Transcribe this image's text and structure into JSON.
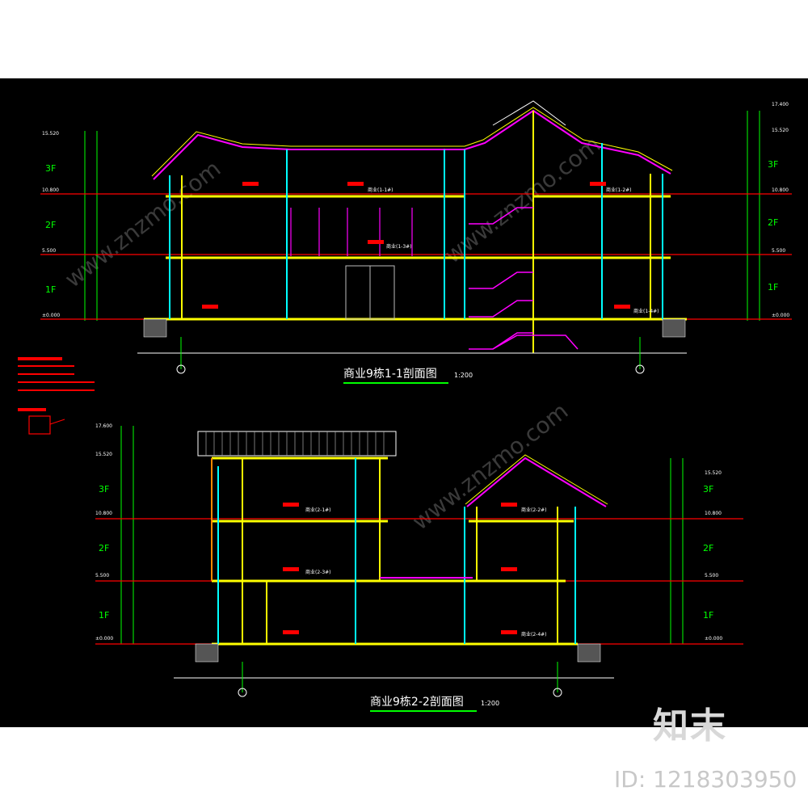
{
  "section1": {
    "title": "商业9栋1-1剖面图",
    "scale": "1:200",
    "floors": [
      "3F",
      "2F",
      "1F"
    ],
    "elevations_left": [
      "15.520",
      "10.800",
      "5.500",
      "±0.000"
    ],
    "elevations_right": [
      "17.400",
      "15.520",
      "10.800",
      "5.500",
      "±0.000"
    ],
    "rooms": [
      "商业(1-1#)",
      "商业(1-2#)",
      "商业(1-3#)",
      "商业(1-4#)"
    ]
  },
  "section2": {
    "title": "商业9栋2-2剖面图",
    "scale": "1:200",
    "floors": [
      "3F",
      "2F",
      "1F"
    ],
    "elevations_left": [
      "17.600",
      "15.520",
      "10.800",
      "5.500",
      "±0.000"
    ],
    "elevations_right": [
      "15.520",
      "10.800",
      "5.500",
      "±0.000"
    ],
    "rooms": [
      "商业(2-1#)",
      "商业(2-2#)",
      "商业(2-3#)",
      "商业(2-4#)"
    ]
  },
  "watermark_site": "www.znzmo.com",
  "brand": {
    "name": "知末",
    "id_label": "ID: 1218303950"
  },
  "colors": {
    "background": "#000000",
    "floor_line": "#ff0000",
    "wall": "#00ffff",
    "beam": "#ffff00",
    "roof": "#ff00ff",
    "dimension": "#00ff00",
    "text": "#ffffff"
  }
}
